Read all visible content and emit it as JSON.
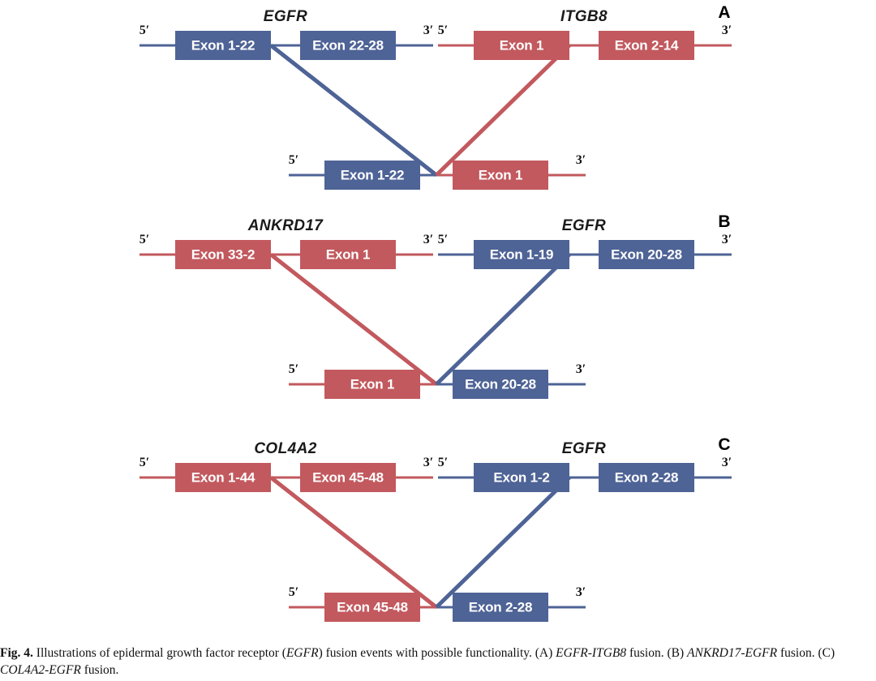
{
  "figure": {
    "caption_prefix": "Fig. 4.",
    "caption_text": " Illustrations of epidermal growth factor receptor (EGFR) fusion events with possible functionality. (A) EGFR-ITGB8 fusion. (B) ANKRD17-EGFR fusion. (C) COL4A2-EGFR fusion.",
    "caption_full": "Fig. 4. Illustrations of epidermal growth factor receptor (EGFR) fusion events with possible functionality. (A) EGFR-ITGB8 fusion. (B) ANKRD17-EGFR fusion. (C) COL4A2-EGFR fusion."
  },
  "colors": {
    "blue": "#4e6396",
    "blue_line": "#4e6396",
    "red": "#c2595e",
    "red_line": "#c2595e",
    "text_white": "#ffffff",
    "text_black": "#111111",
    "background": "#ffffff"
  },
  "labels": {
    "five_prime": "5′",
    "three_prime": "3′"
  },
  "panels": [
    {
      "letter": "A",
      "fusion_name": "EGFR-ITGB8 fusion",
      "genes": [
        {
          "name": "EGFR",
          "color": "blue",
          "side": "left",
          "exons": [
            "Exon 1-22",
            "Exon 22-28"
          ],
          "breakpoint_after_exon_index": 0
        },
        {
          "name": "ITGB8",
          "color": "red",
          "side": "right",
          "exons": [
            "Exon 1",
            "Exon 2-14"
          ],
          "breakpoint_after_exon_index": 0
        }
      ],
      "fusion": {
        "exons": [
          {
            "label": "Exon 1-22",
            "color": "blue"
          },
          {
            "label": "Exon 1",
            "color": "red"
          }
        ]
      }
    },
    {
      "letter": "B",
      "fusion_name": "ANKRD17-EGFR fusion",
      "genes": [
        {
          "name": "ANKRD17",
          "color": "red",
          "side": "left",
          "exons": [
            "Exon 33-2",
            "Exon 1"
          ],
          "breakpoint_after_exon_index": 0
        },
        {
          "name": "EGFR",
          "color": "blue",
          "side": "right",
          "exons": [
            "Exon 1-19",
            "Exon 20-28"
          ],
          "breakpoint_after_exon_index": 0
        }
      ],
      "fusion": {
        "exons": [
          {
            "label": "Exon 1",
            "color": "red"
          },
          {
            "label": "Exon 20-28",
            "color": "blue"
          }
        ]
      }
    },
    {
      "letter": "C",
      "fusion_name": "COL4A2-EGFR fusion",
      "genes": [
        {
          "name": "COL4A2",
          "color": "red",
          "side": "left",
          "exons": [
            "Exon 1-44",
            "Exon 45-48"
          ],
          "breakpoint_after_exon_index": 0
        },
        {
          "name": "EGFR",
          "color": "blue",
          "side": "right",
          "exons": [
            "Exon 1-2",
            "Exon 2-28"
          ],
          "breakpoint_after_exon_index": 0
        }
      ],
      "fusion": {
        "exons": [
          {
            "label": "Exon 45-48",
            "color": "red"
          },
          {
            "label": "Exon 2-28",
            "color": "blue"
          }
        ]
      }
    }
  ]
}
